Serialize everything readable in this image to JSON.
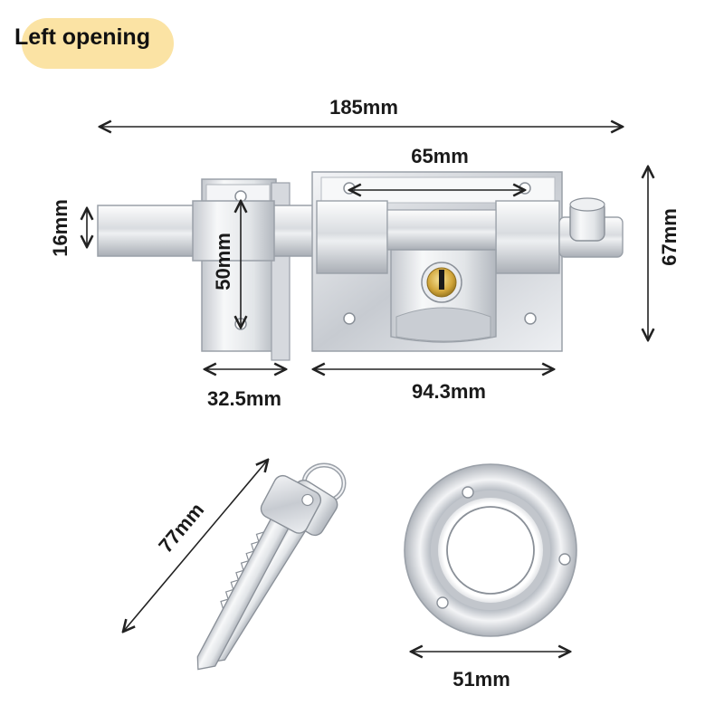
{
  "badge": {
    "label": "Left opening",
    "color": "#fbe3a4"
  },
  "dimensions": {
    "overall_length": "185mm",
    "hole_spacing": "65mm",
    "bolt_height": "16mm",
    "plate_height": "50mm",
    "body_height": "67mm",
    "keeper_width": "32.5mm",
    "body_width": "94.3mm",
    "key_length": "77mm",
    "escutcheon_diameter": "51mm"
  },
  "colors": {
    "steel_light": "#f2f3f5",
    "steel_mid": "#cfd3d8",
    "steel_dark": "#8c929a",
    "brass": "#d8b24a",
    "dimension_line": "#222222"
  },
  "icons": [
    "lock-cylinder-icon",
    "key-icon",
    "escutcheon-ring-icon"
  ]
}
